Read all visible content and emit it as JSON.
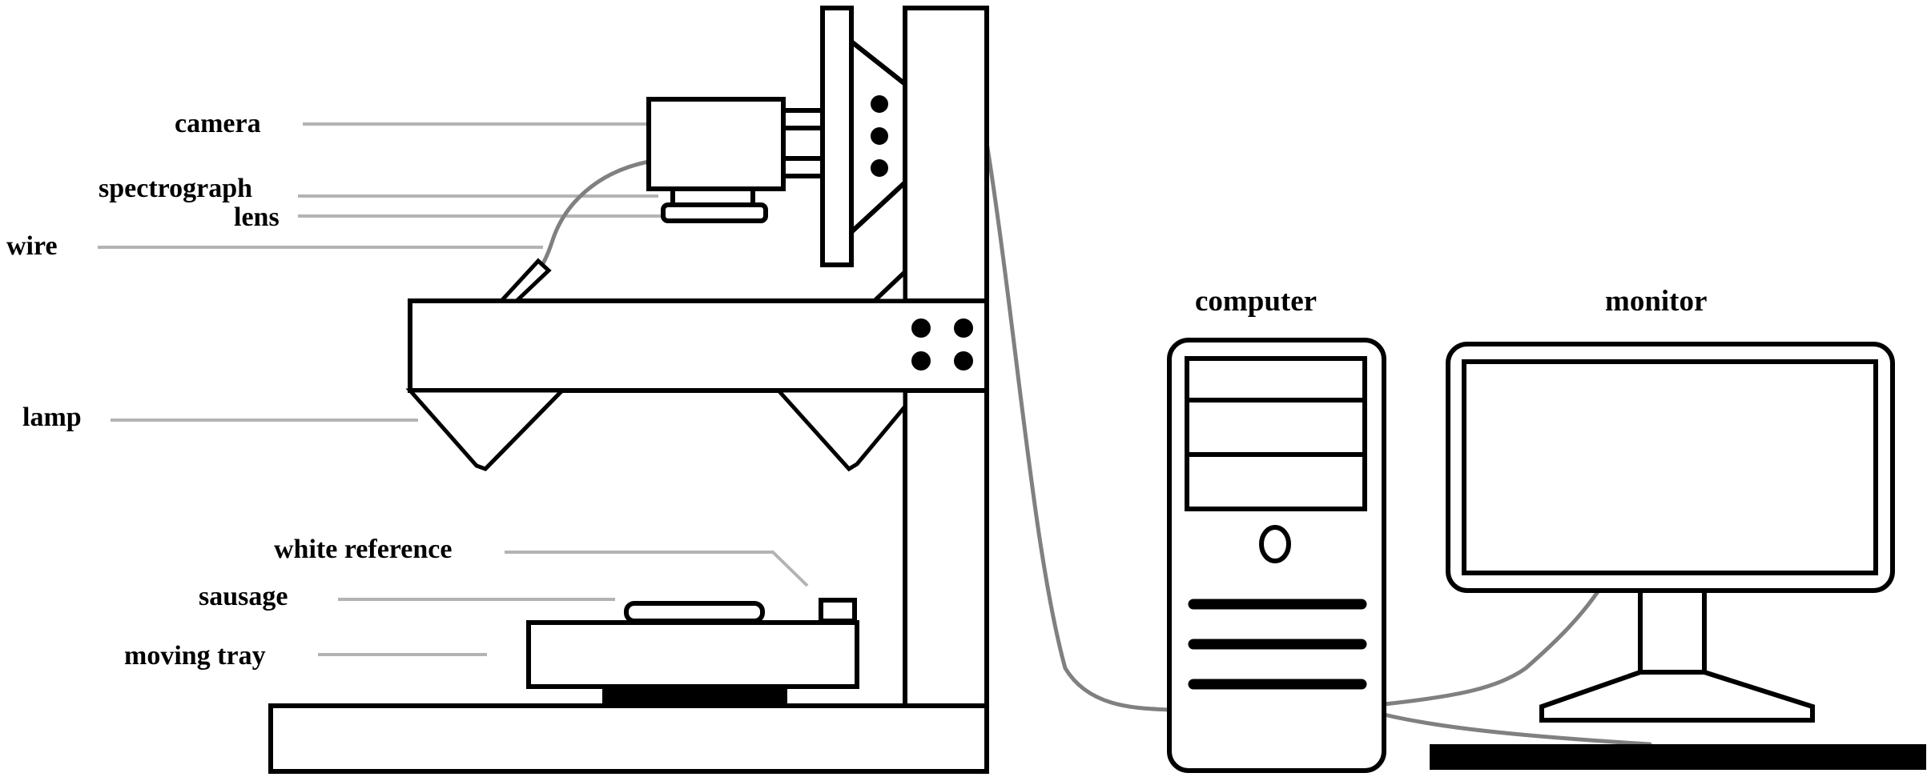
{
  "labels": {
    "camera": "camera",
    "spectrograph": "spectrograph",
    "lens": "lens",
    "wire": "wire",
    "lamp": "lamp",
    "white_reference": "white reference",
    "sausage": "sausage",
    "moving_tray": "moving tray",
    "computer": "computer",
    "monitor": "monitor"
  },
  "colors": {
    "stroke": "#000000",
    "leader": "#b3b3b3",
    "cable": "#808080",
    "background": "#ffffff"
  }
}
